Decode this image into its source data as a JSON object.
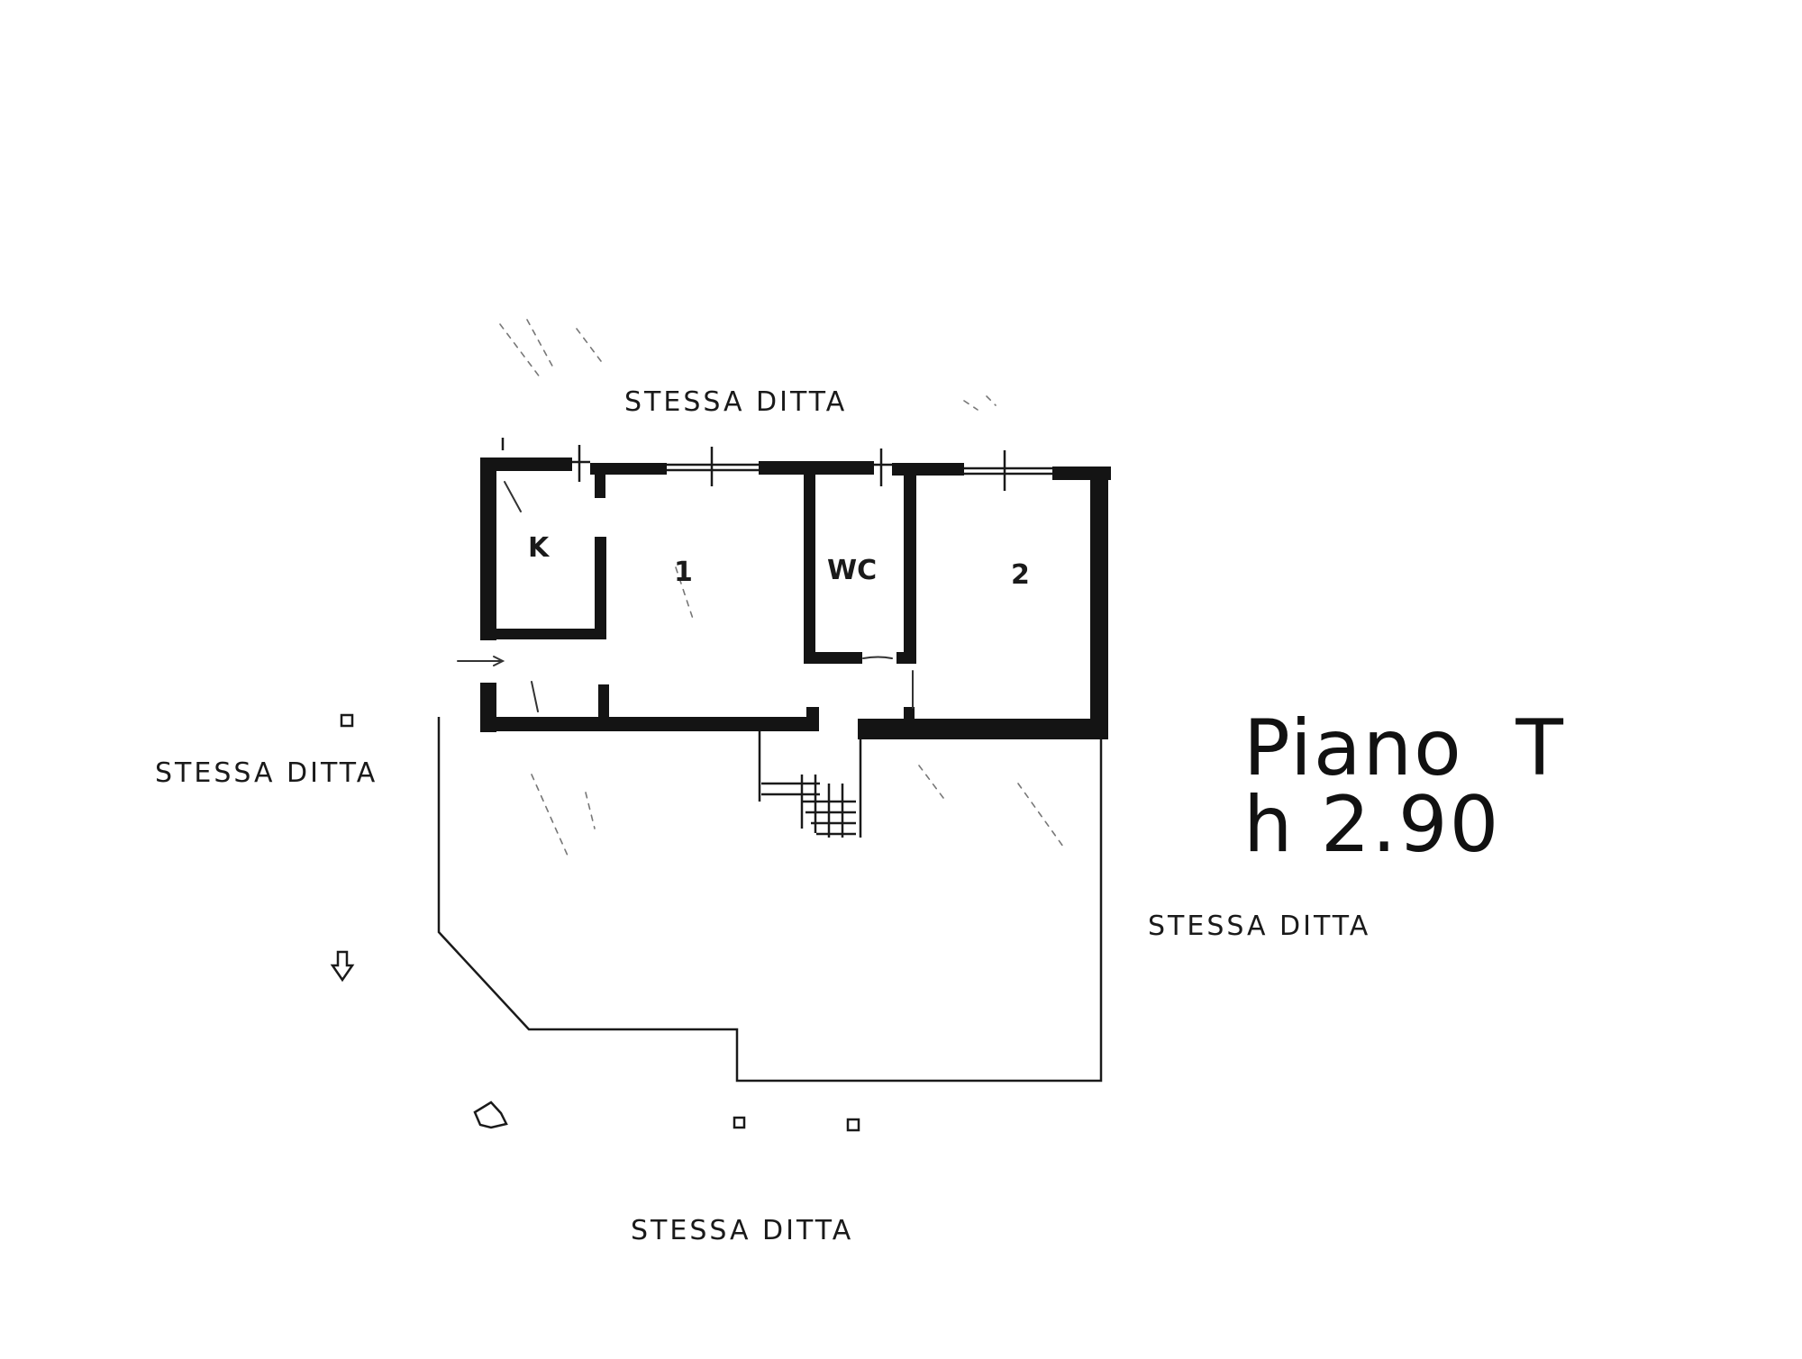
{
  "neighbors": {
    "top": "STESSA DITTA",
    "left": "STESSA DITTA",
    "right": "STESSA DITTA",
    "bottom": "STESSA DITTA"
  },
  "rooms": {
    "kitchen": "K",
    "room_1": "1",
    "wc": "WC",
    "room_2": "2"
  },
  "title": {
    "floor": "Piano  T",
    "height": "h 2.90"
  }
}
